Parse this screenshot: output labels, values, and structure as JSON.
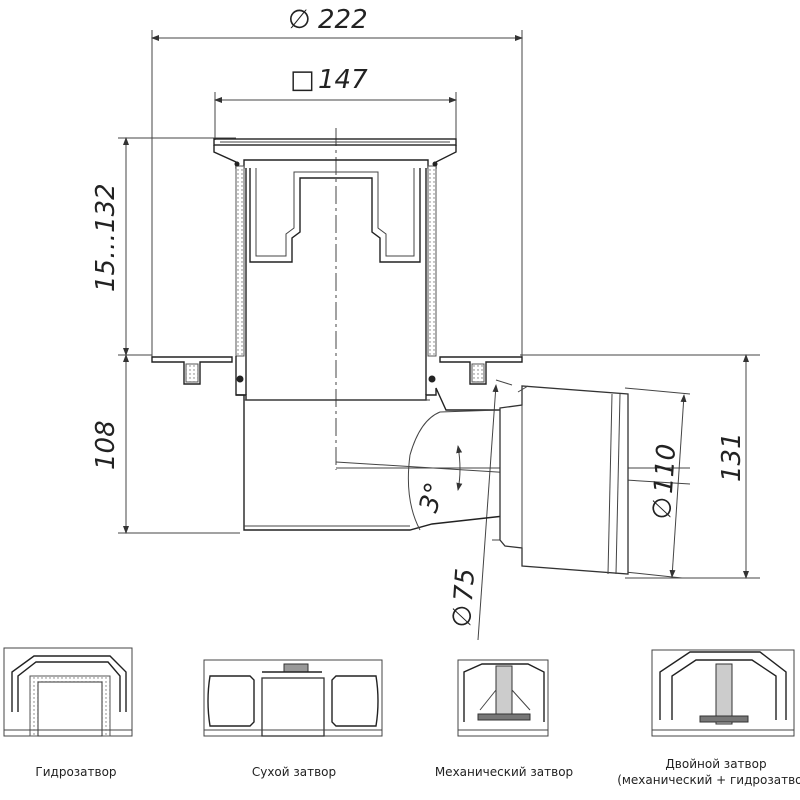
{
  "dimensions": {
    "flange_diameter": "222",
    "grate_size": "147",
    "height_range": "15…132",
    "body_height": "108",
    "outlet_height": "131",
    "slope_angle": "3°",
    "outlet_diameter_small": "75",
    "outlet_diameter_large": "110"
  },
  "symbols": {
    "diameter": "∅",
    "square": "□"
  },
  "traps": [
    {
      "label": "Гидрозатвор"
    },
    {
      "label": "Сухой затвор"
    },
    {
      "label": "Механический затвор"
    },
    {
      "label_line1": "Двойной затвор",
      "label_line2": "(механический + гидрозатвор)"
    }
  ]
}
